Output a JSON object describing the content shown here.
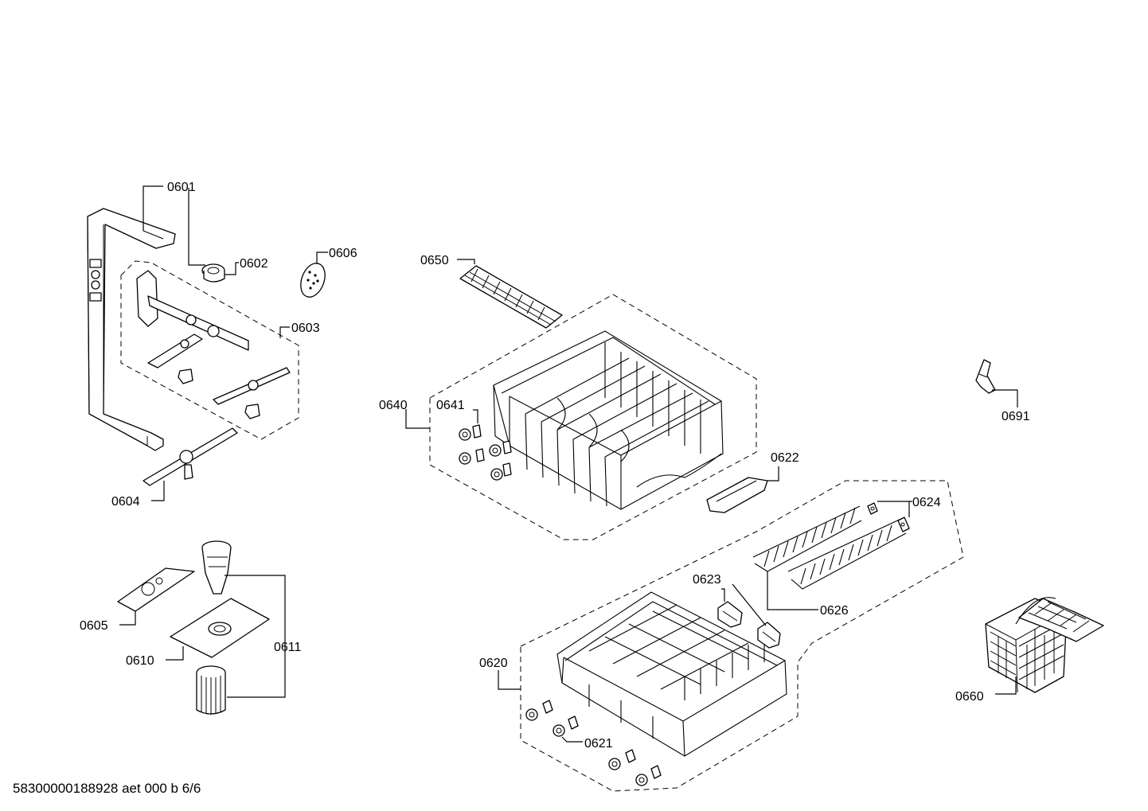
{
  "labels": {
    "p0601": "0601",
    "p0602": "0602",
    "p0603": "0603",
    "p0604": "0604",
    "p0605": "0605",
    "p0606": "0606",
    "p0610": "0610",
    "p0611": "0611",
    "p0620": "0620",
    "p0621": "0621",
    "p0622": "0622",
    "p0623": "0623",
    "p0624": "0624",
    "p0626": "0626",
    "p0640": "0640",
    "p0641": "0641",
    "p0650": "0650",
    "p0660": "0660",
    "p0691": "0691"
  },
  "footer": "58300000188928 aet 000 b 6/6"
}
